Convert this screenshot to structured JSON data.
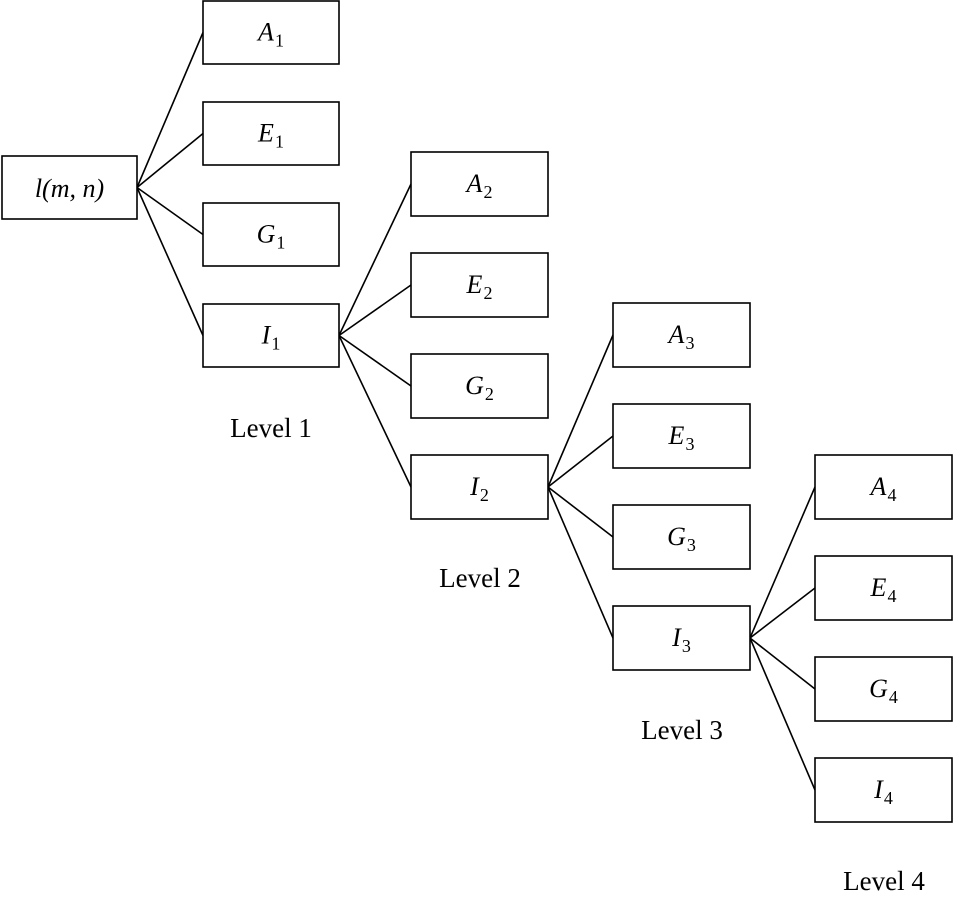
{
  "root": {
    "label": "l(m, n)"
  },
  "levels": [
    {
      "caption": "Level 1",
      "nodes": [
        {
          "letter": "A",
          "sub": "1"
        },
        {
          "letter": "E",
          "sub": "1"
        },
        {
          "letter": "G",
          "sub": "1"
        },
        {
          "letter": "I",
          "sub": "1"
        }
      ]
    },
    {
      "caption": "Level 2",
      "nodes": [
        {
          "letter": "A",
          "sub": "2"
        },
        {
          "letter": "E",
          "sub": "2"
        },
        {
          "letter": "G",
          "sub": "2"
        },
        {
          "letter": "I",
          "sub": "2"
        }
      ]
    },
    {
      "caption": "Level 3",
      "nodes": [
        {
          "letter": "A",
          "sub": "3"
        },
        {
          "letter": "E",
          "sub": "3"
        },
        {
          "letter": "G",
          "sub": "3"
        },
        {
          "letter": "I",
          "sub": "3"
        }
      ]
    },
    {
      "caption": "Level 4",
      "nodes": [
        {
          "letter": "A",
          "sub": "4"
        },
        {
          "letter": "E",
          "sub": "4"
        },
        {
          "letter": "G",
          "sub": "4"
        },
        {
          "letter": "I",
          "sub": "4"
        }
      ]
    }
  ]
}
